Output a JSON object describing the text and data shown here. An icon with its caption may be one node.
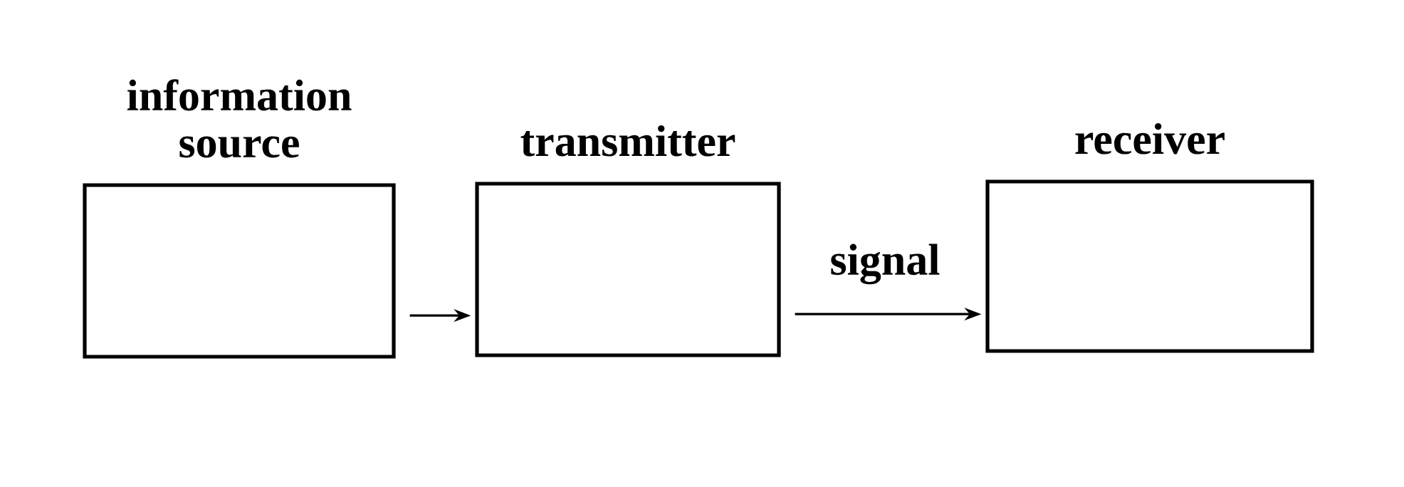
{
  "diagram": {
    "nodes": [
      {
        "text": [
          "information source"
        ]
      },
      {
        "text": [
          "transmitter"
        ]
      },
      {
        "text": [
          "receiver"
        ]
      }
    ],
    "edges": [
      {
        "from": 0,
        "to": 1,
        "arrow": "to"
      },
      {
        "from": 1,
        "to": 2,
        "arrow": "to",
        "label": "signal"
      }
    ]
  }
}
